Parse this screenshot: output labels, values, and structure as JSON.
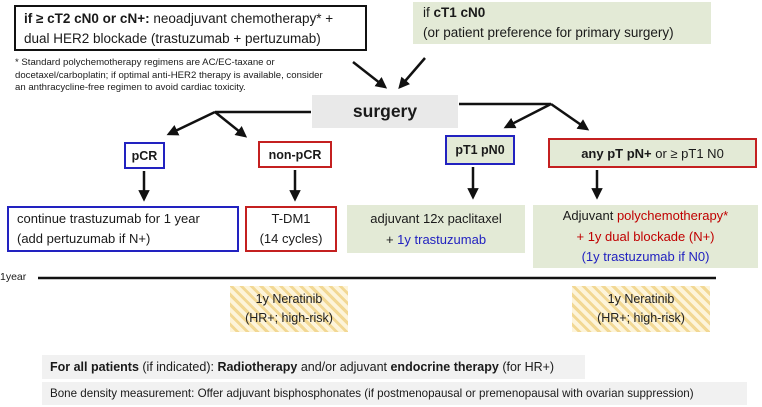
{
  "colors": {
    "green_bg": "#e3ead6",
    "gray_box": "#e9e9e9",
    "bar_bg": "#f1f1f1",
    "blue": "#2222c0",
    "red": "#c42020",
    "red_text": "#c00000",
    "blue_text": "#2222c0",
    "yellow_bg": "#fdf4da",
    "yellow_stripe": "#f2d894"
  },
  "neoadjuvant_box": {
    "bold": "if ≥ cT2 cN0 or cN+:",
    "line1_rest": "neoadjuvant chemotherapy* +",
    "line2": "dual HER2 blockade (trastuzumab + pertuzumab)"
  },
  "footnote": {
    "line1": "* Standard polychemotherapy regimens are AC/EC-taxane or",
    "line2": "docetaxel/carboplatin; if optimal anti-HER2 therapy is available, consider",
    "line3": "an anthracycline-free regimen to avoid cardiac toxicity."
  },
  "primary_surgery_box": {
    "prefix": "if",
    "bold": "cT1 cN0",
    "line2": "(or patient preference for primary surgery)"
  },
  "surgery_label": "surgery",
  "outcomes": {
    "pcr": "pCR",
    "non_pcr": "non-pCR",
    "pt1_pn0": "pT1 pN0",
    "any_pt_bold": "any pT pN+",
    "any_pt_rest": "or ≥ pT1 N0"
  },
  "treatments": {
    "continue_line1": "continue trastuzumab for 1 year",
    "continue_line2": "(add pertuzumab if N+)",
    "tdm1_line1": "T-DM1",
    "tdm1_line2": "(14 cycles)",
    "paclitaxel_line1": "adjuvant 12x paclitaxel",
    "paclitaxel_plus": "+",
    "paclitaxel_blue": "1y trastuzumab",
    "poly_prefix": "Adjuvant",
    "poly_red1": "polychemotherapy*",
    "poly_red2": "+ 1y dual blockade (N+)",
    "poly_blue": "(1y trastuzumab if N0)"
  },
  "timeline": {
    "label": "1year"
  },
  "neratinib": {
    "line1": "1y Neratinib",
    "line2": "(HR+; high-risk)"
  },
  "all_patients_bar": {
    "bold1": "For all patients",
    "mid1": "(if indicated):",
    "bold2": "Radiotherapy",
    "mid2": "and/or adjuvant",
    "bold3": "endocrine therapy",
    "tail": "(for HR+)"
  },
  "bone_density_bar": "Bone density measurement: Offer adjuvant bisphosphonates (if postmenopausal or premenopausal with ovarian suppression)"
}
